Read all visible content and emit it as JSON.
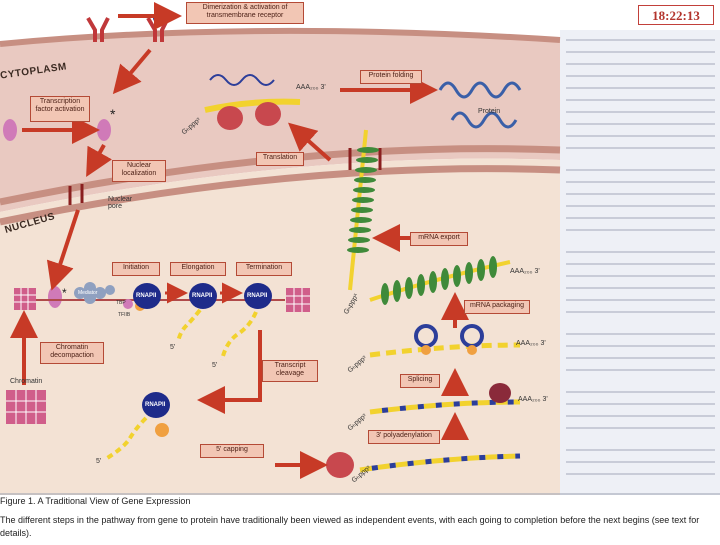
{
  "timer": "18:22:13",
  "regions": {
    "cytoplasm": "CYTOPLASM",
    "nucleus": "NUCLEUS"
  },
  "steps": {
    "dimerization": "Dimerization & activation of transmembrane receptor",
    "tf_activation": "Transcription factor activation",
    "nuclear_localization": "Nuclear localization",
    "nuclear_pore": "Nuclear pore",
    "protein_folding": "Protein folding",
    "protein": "Protein",
    "translation": "Translation",
    "mrna_export": "mRNA export",
    "mrna_packaging": "mRNA packaging",
    "splicing": "Splicing",
    "polyadenylation": "3' polyadenylation",
    "capping": "5' capping",
    "transcript_cleavage": "Transcript cleavage",
    "initiation": "Initiation",
    "elongation": "Elongation",
    "termination": "Termination",
    "chromatin_decompaction": "Chromatin decompaction",
    "chromatin": "Chromatin"
  },
  "molecules": {
    "rnapii": "RNAPII",
    "mediator": "Mediator",
    "tfiib": "TFIIB",
    "tbp": "TBP",
    "cap": "Gₕpppˣ",
    "polya": "AAA₂₀₀ 3'",
    "five_prime": "5'",
    "asterisk": "*"
  },
  "caption": {
    "title": "Figure 1. A Traditional View of Gene Expression",
    "text": "The different steps in the pathway from gene to protein have traditionally been viewed as independent events, with each going to completion before the next begins (see text for details)."
  },
  "colors": {
    "cytoplasm": "#e9c9c1",
    "nucleus": "#f3e2d4",
    "membrane": "#c78f82",
    "arrow": "#c73a26",
    "rna_yellow": "#f2d22e",
    "rna_blue": "#2c3e9a",
    "polymerase": "#1e2b8a",
    "ribosome": "#c8484e",
    "protein": "#3a5fa8",
    "packaged_mrna": "#3f8a3a"
  }
}
